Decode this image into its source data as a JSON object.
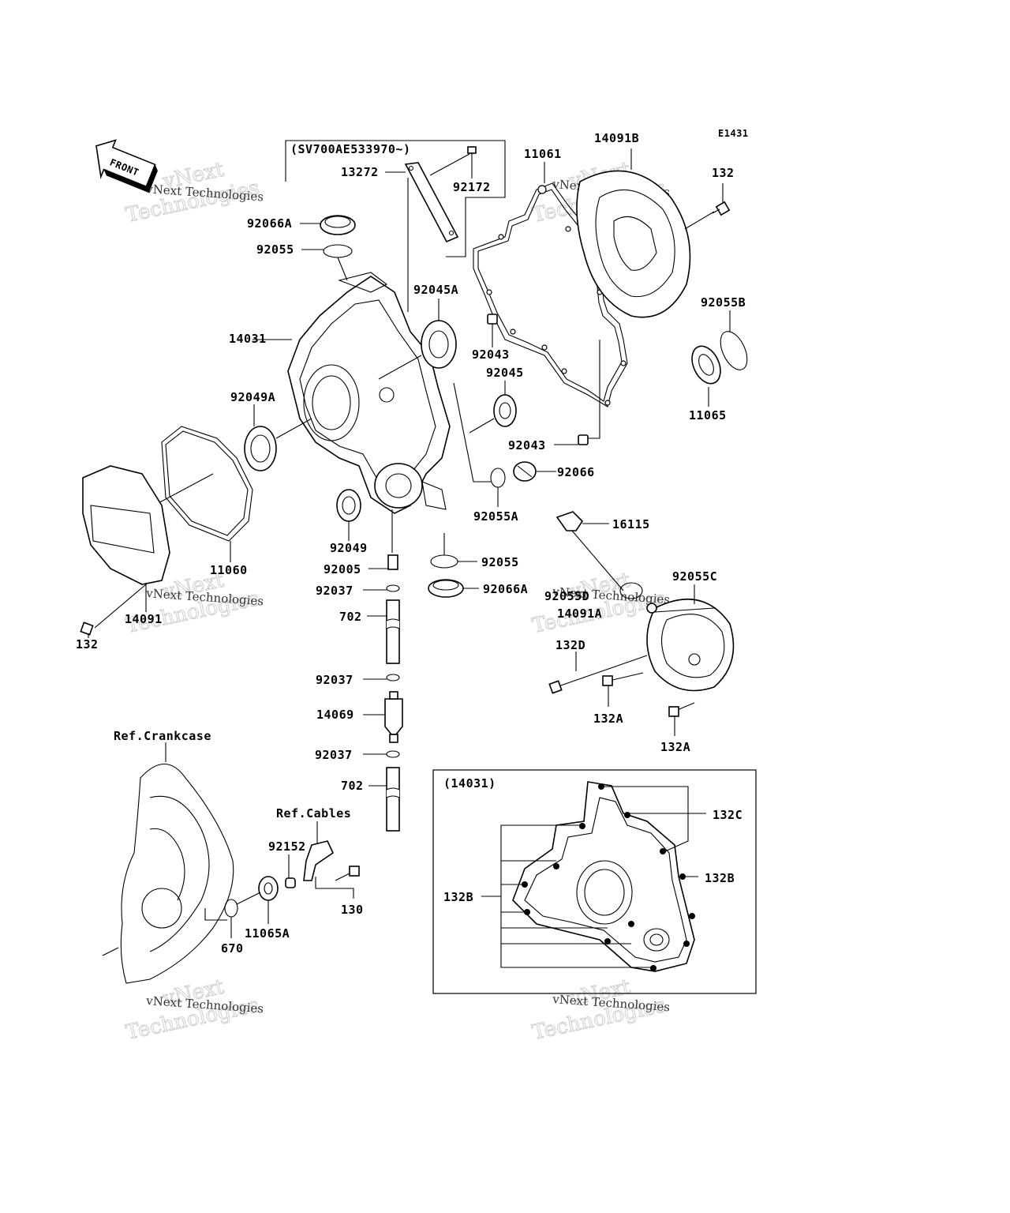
{
  "diagram_code": "E1431",
  "front_label": "FRONT",
  "serial_note": "(SV700AE533970~)",
  "inset_label": "(14031)",
  "references": {
    "crankcase": "Ref.Crankcase",
    "cables": "Ref.Cables"
  },
  "watermark": {
    "line1": "vNext",
    "line2": "Technologies",
    "caption": "vNext Technologies"
  },
  "part_numbers": {
    "p13272": "13272",
    "p92172": "92172",
    "p11061": "11061",
    "p14091B": "14091B",
    "p132_top": "132",
    "p92066A_top": "92066A",
    "p92055_top": "92055",
    "p92045A": "92045A",
    "p14031": "14031",
    "p92043_top": "92043",
    "p92055B": "92055B",
    "p92045": "92045",
    "p92049A": "92049A",
    "p11065": "11065",
    "p92043_bottom": "92043",
    "p92066": "92066",
    "p92055A": "92055A",
    "p16115": "16115",
    "p11060": "11060",
    "p92049": "92049",
    "p92005": "92005",
    "p92055_mid": "92055",
    "p92037_a": "92037",
    "p92066A_mid": "92066A",
    "p92055C": "92055C",
    "p92055D": "92055D",
    "p14091A": "14091A",
    "p702_a": "702",
    "p14091": "14091",
    "p132_left": "132",
    "p132D": "132D",
    "p92037_b": "92037",
    "p14069": "14069",
    "p132A_a": "132A",
    "p132A_b": "132A",
    "p92037_c": "92037",
    "p702_b": "702",
    "p92152": "92152",
    "p130": "130",
    "p670": "670",
    "p11065A": "11065A",
    "p132C": "132C",
    "p132B_right": "132B",
    "p132B_left": "132B"
  }
}
